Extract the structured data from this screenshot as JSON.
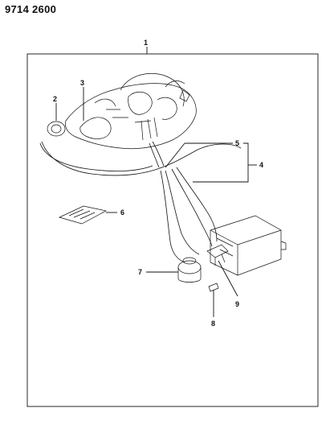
{
  "header": {
    "code": "9714 2600"
  },
  "callouts": {
    "c1": "1",
    "c2": "2",
    "c3": "3",
    "c4": "4",
    "c5": "5",
    "c6": "6",
    "c7": "7",
    "c8": "8",
    "c9": "9"
  }
}
